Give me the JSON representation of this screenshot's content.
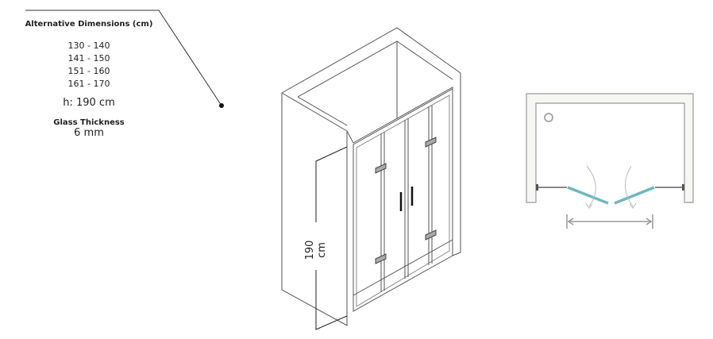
{
  "specs": {
    "title": "Alternative Dimensions (cm)",
    "dimensions": [
      "130 - 140",
      "141 - 150",
      "151 - 160",
      "161 - 170"
    ],
    "height": "h: 190 cm",
    "glass_label": "Glass Thickness",
    "glass_value": "6 mm"
  },
  "drawing": {
    "height_label": "190 cm",
    "glass_color": "#6fb8bd"
  }
}
